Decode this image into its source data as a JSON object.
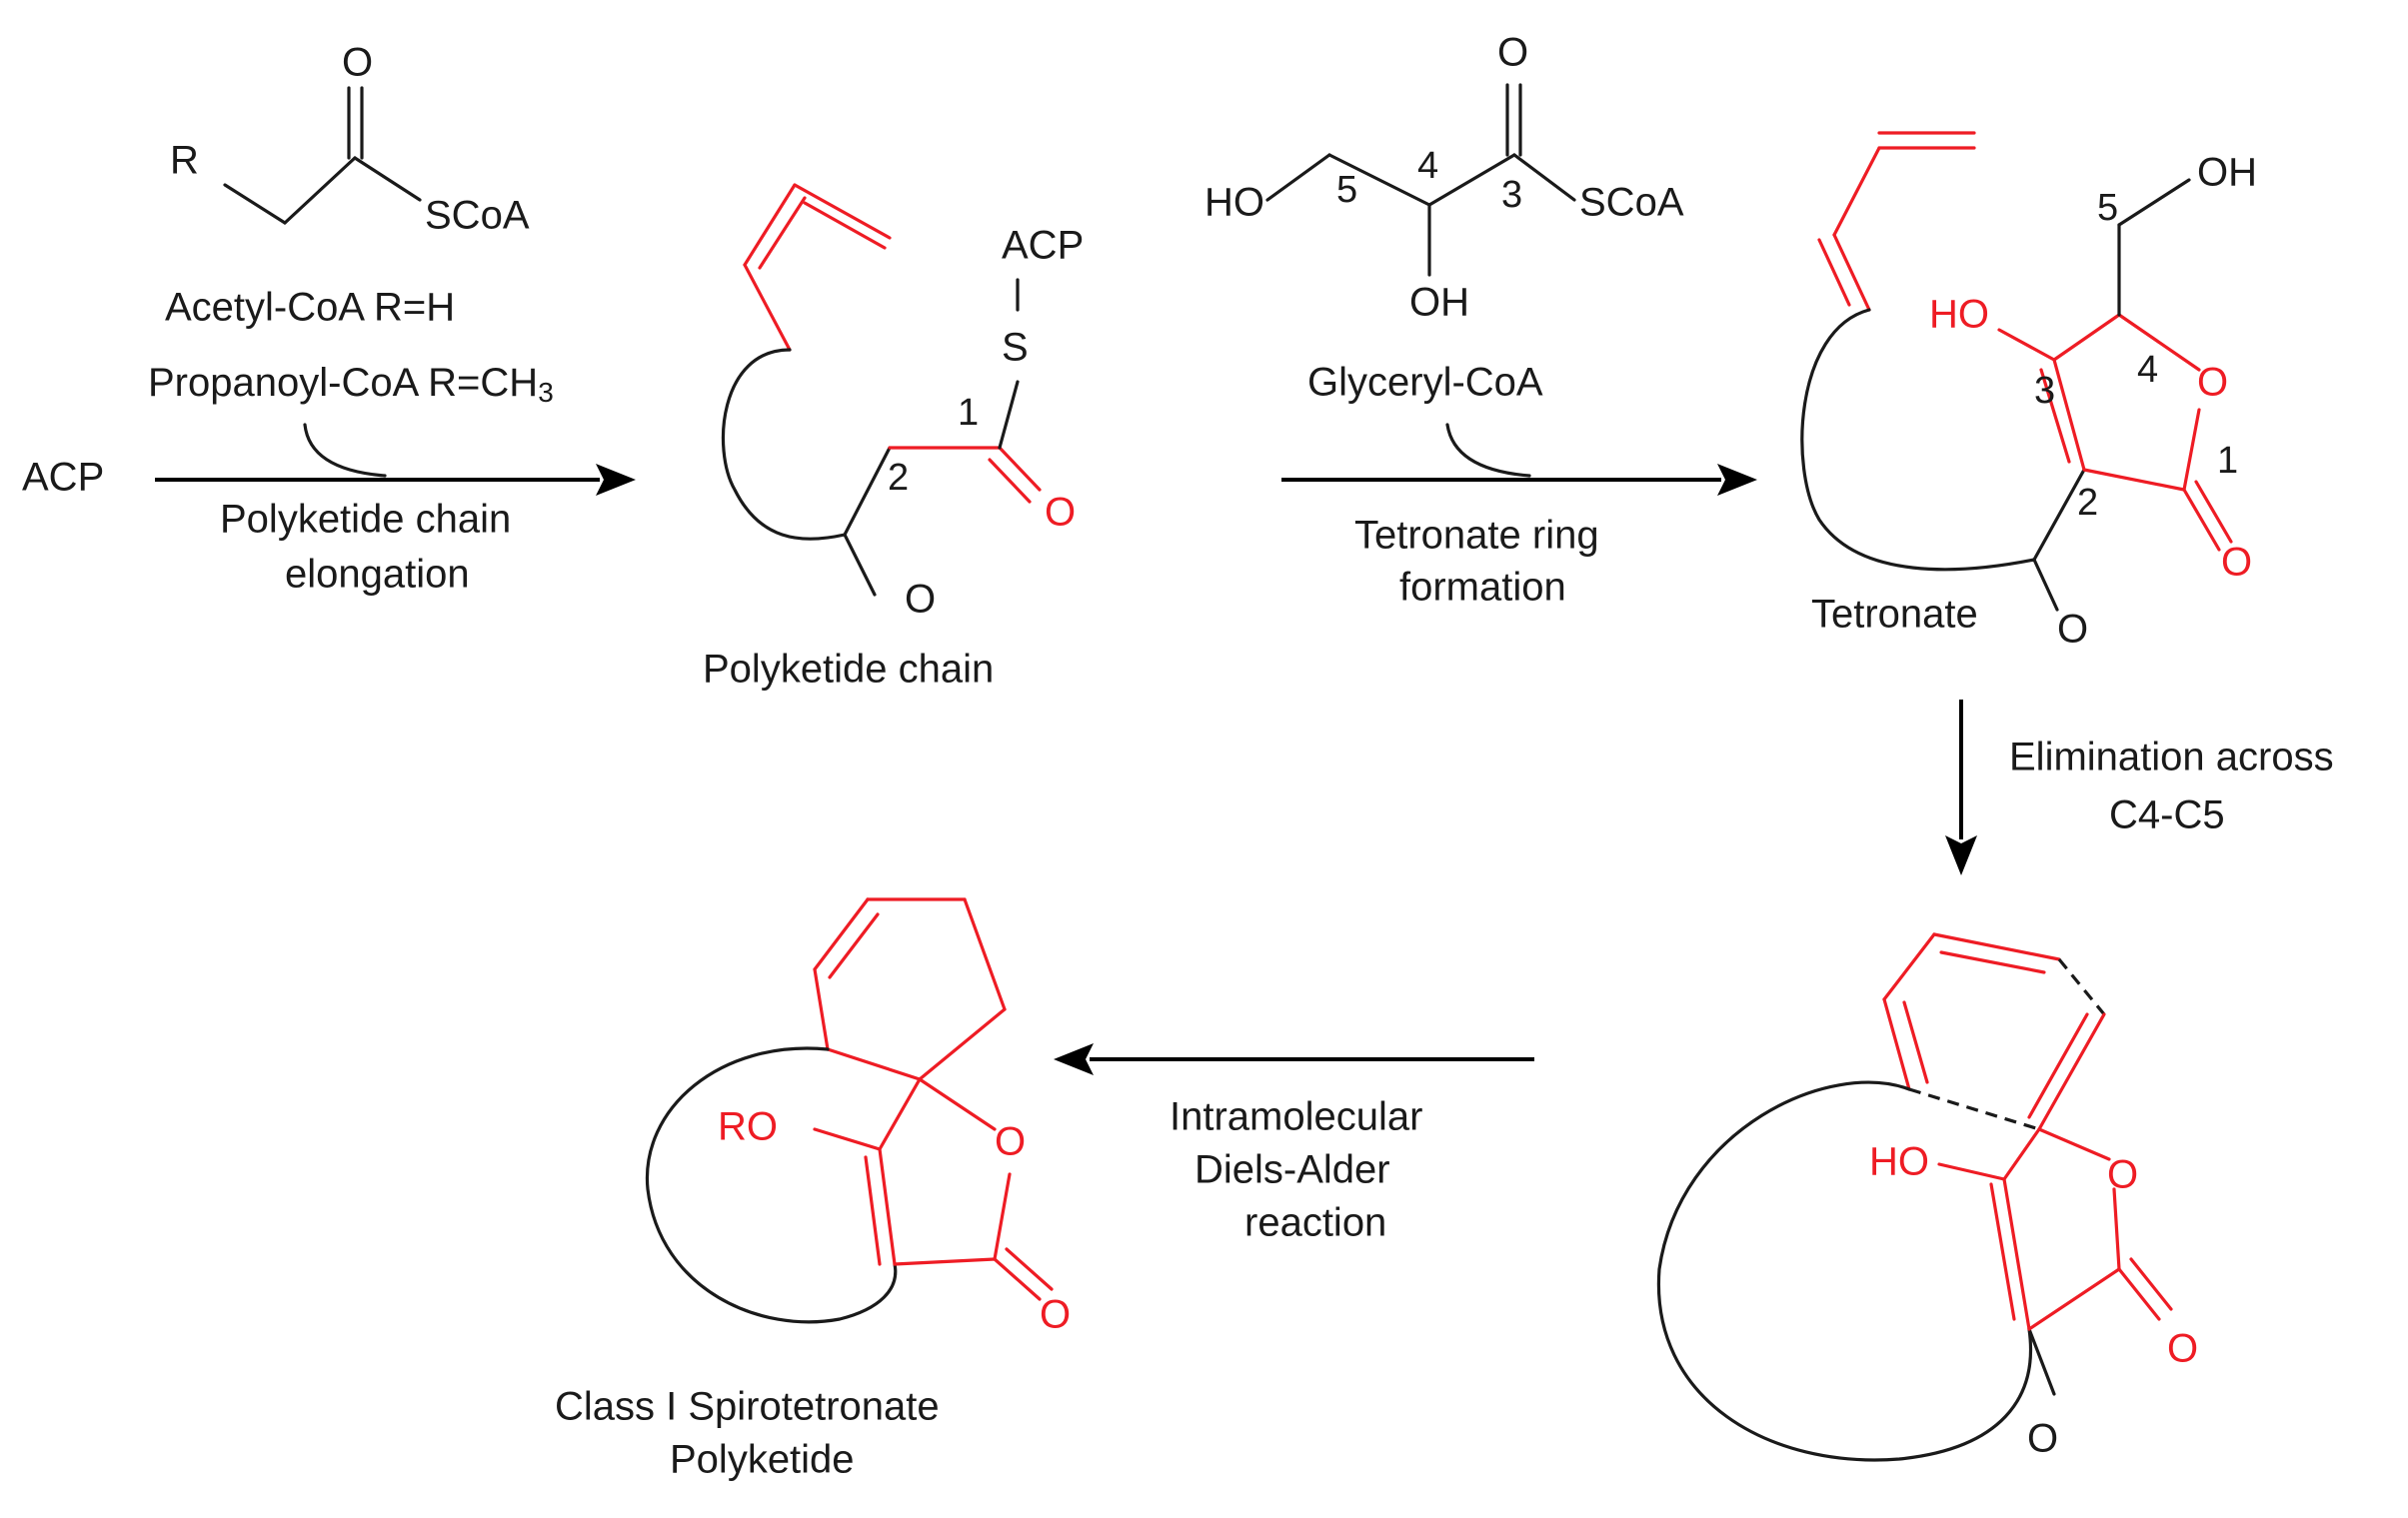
{
  "colors": {
    "ink": "#1a1a1a",
    "highlight": "#ee1c24",
    "background": "#ffffff"
  },
  "starter": {
    "R": "R",
    "O": "O",
    "SCoA": "SCoA",
    "acetyl": "Acetyl-CoA R=H",
    "propanoyl": "Propanoyl-CoA R=CH",
    "propanoyl_sub": "3"
  },
  "step1": {
    "reactant": "ACP",
    "line1": "Polyketide chain",
    "line2": "elongation"
  },
  "polyketide": {
    "ACP": "ACP",
    "S": "S",
    "n1": "1",
    "n2": "2",
    "O_red": "O",
    "O": "O",
    "caption": "Polyketide chain"
  },
  "glyceryl": {
    "O": "O",
    "HO": "HO",
    "n5": "5",
    "n4": "4",
    "n3": "3",
    "SCoA": "SCoA",
    "OH": "OH",
    "name": "Glyceryl-CoA"
  },
  "step2": {
    "line1": "Tetronate ring",
    "line2": "formation"
  },
  "tetronate": {
    "n5": "5",
    "OH": "OH",
    "HO": "HO",
    "n4": "4",
    "n3": "3",
    "O_ring": "O",
    "n1": "1",
    "n2": "2",
    "O_carbonyl": "O",
    "O_ketone": "O",
    "caption": "Tetronate"
  },
  "step3": {
    "line1": "Elimination across",
    "line2": "C4-C5"
  },
  "precursor": {
    "HO": "HO",
    "O_ring": "O",
    "O_carbonyl": "O",
    "O_ketone": "O"
  },
  "step4": {
    "line1": "Intramolecular",
    "line2": "Diels-Alder",
    "line3": "reaction"
  },
  "product": {
    "RO": "RO",
    "O_ring": "O",
    "O_carbonyl": "O",
    "caption1": "Class I Spirotetronate",
    "caption2": "Polyketide"
  }
}
